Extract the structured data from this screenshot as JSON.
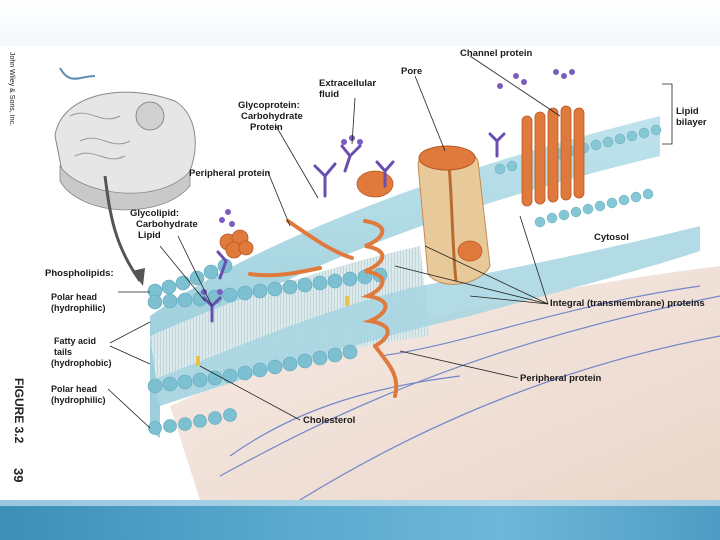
{
  "slide": {
    "credit": "John Wiley & Sons, Inc.",
    "figure_label": "FIGURE 3.2",
    "page_number": "39"
  },
  "labels": {
    "channel_protein": "Channel protein",
    "pore": "Pore",
    "extracellular_fluid_1": "Extracellular",
    "extracellular_fluid_2": "fluid",
    "lipid_bilayer_1": "Lipid",
    "lipid_bilayer_2": "bilayer",
    "glycoprotein_1": "Glycoprotein:",
    "glycoprotein_2": "Carbohydrate",
    "glycoprotein_3": "Protein",
    "peripheral_protein_top": "Peripheral protein",
    "glycolipid_1": "Glycolipid:",
    "glycolipid_2": "Carbohydrate",
    "glycolipid_3": "Lipid",
    "cytosol": "Cytosol",
    "phospholipids": "Phospholipids:",
    "polar_head_top_1": "Polar head",
    "polar_head_top_2": "(hydrophilic)",
    "fatty_acid_1": "Fatty acid",
    "fatty_acid_2": "tails",
    "fatty_acid_3": "(hydrophobic)",
    "polar_head_bottom_1": "Polar head",
    "polar_head_bottom_2": "(hydrophilic)",
    "integral_proteins": "Integral (transmembrane) proteins",
    "peripheral_protein_bottom": "Peripheral protein",
    "cholesterol": "Cholesterol"
  },
  "colors": {
    "membrane_head": "#7fc3d3",
    "membrane_fill": "#a9d9e4",
    "protein": "#e07a3c",
    "carbohydrate": "#6a4fb0",
    "cytosol": "#f2e4dc",
    "filament": "#6f86c9"
  }
}
